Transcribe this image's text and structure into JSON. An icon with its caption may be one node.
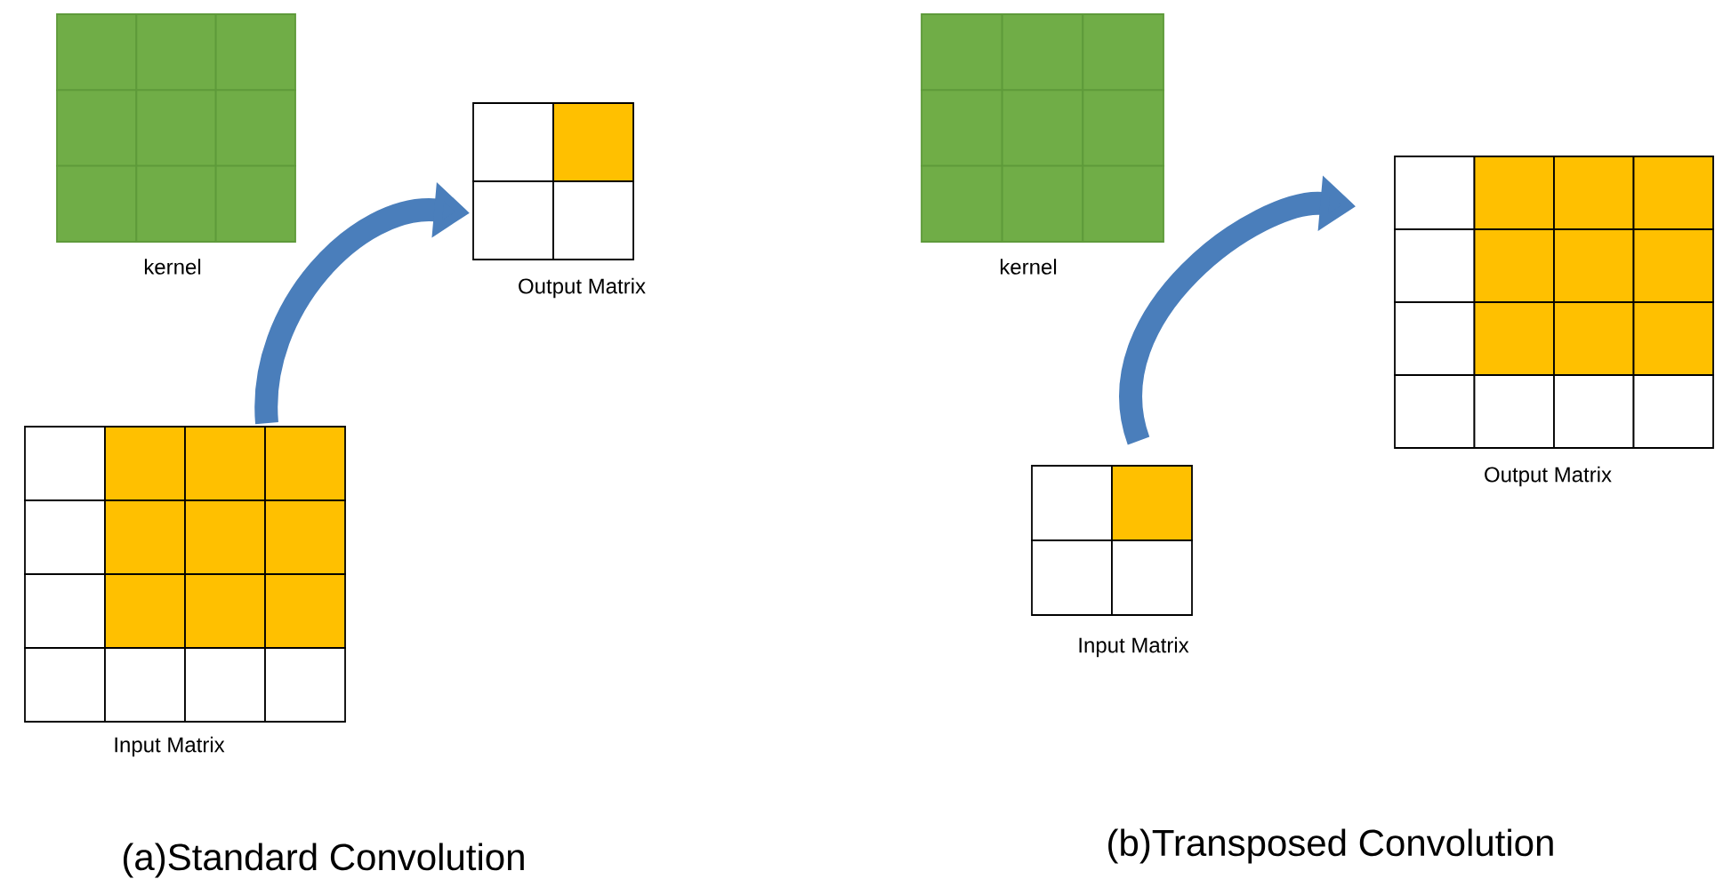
{
  "diagram": {
    "nodes": [
      {
        "text": [
          "kernel"
        ]
      },
      {
        "text": [
          "Output Matrix"
        ]
      },
      {
        "text": [
          "Input Matrix"
        ]
      },
      {
        "text": [
          "kernel"
        ]
      },
      {
        "text": [
          "Input Matrix"
        ]
      },
      {
        "text": [
          "Output Matrix"
        ]
      }
    ],
    "edges": [
      {
        "from": 2,
        "to": 1,
        "arrow": "to"
      },
      {
        "from": 4,
        "to": 5,
        "arrow": "to"
      }
    ],
    "labels": [
      "(a)Standard Convolution",
      "(b)Transposed Convolution"
    ]
  }
}
